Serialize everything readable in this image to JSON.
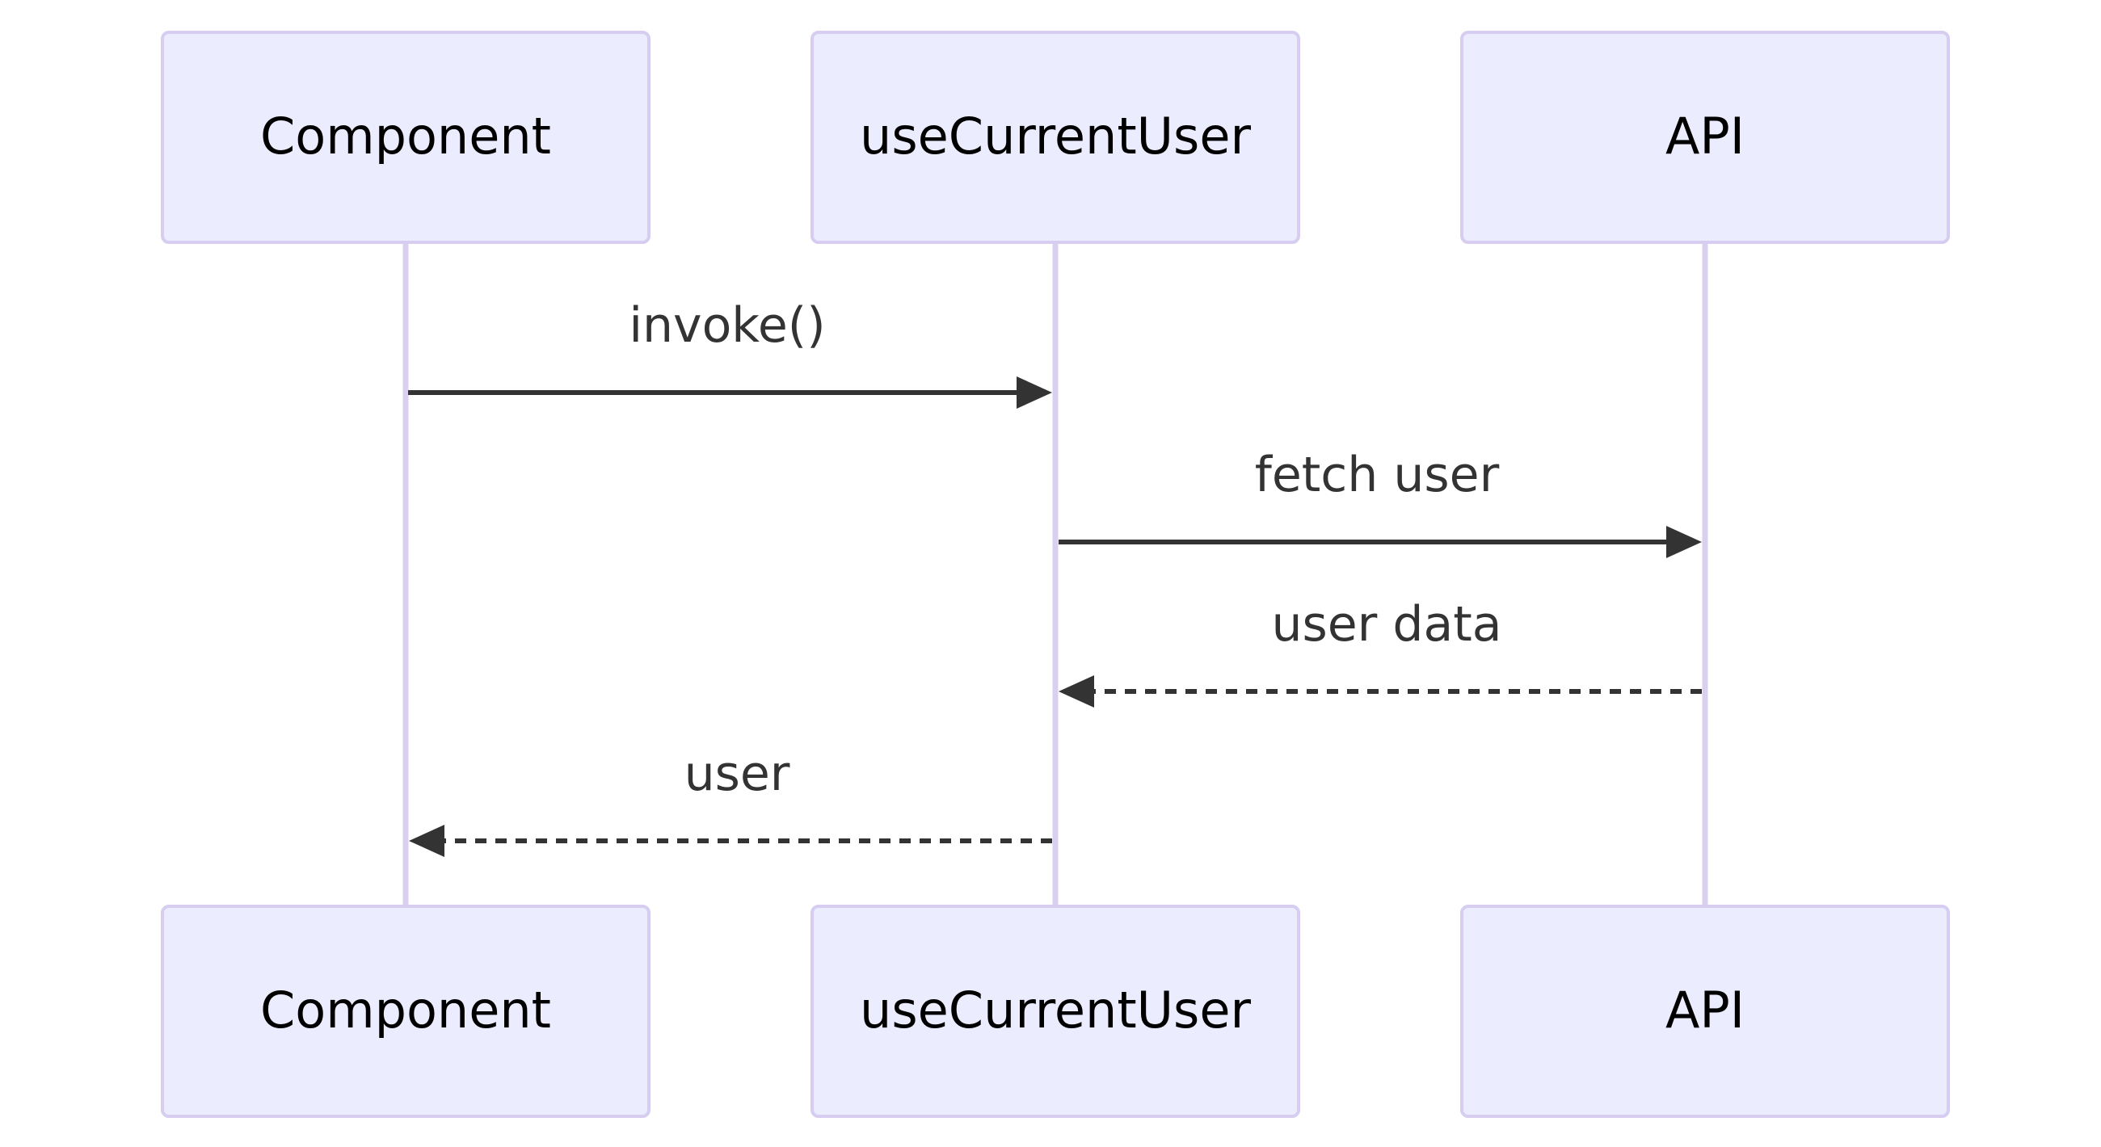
{
  "participants": [
    {
      "id": "component",
      "label": "Component"
    },
    {
      "id": "hook",
      "label": "useCurrentUser"
    },
    {
      "id": "api",
      "label": "API"
    }
  ],
  "messages": [
    {
      "from": "component",
      "to": "hook",
      "label": "invoke()",
      "style": "solid"
    },
    {
      "from": "hook",
      "to": "api",
      "label": "fetch user",
      "style": "solid"
    },
    {
      "from": "api",
      "to": "hook",
      "label": "user data",
      "style": "dashed"
    },
    {
      "from": "hook",
      "to": "component",
      "label": "user",
      "style": "dashed"
    }
  ],
  "colors": {
    "actor_fill": "#ECECFF",
    "actor_stroke": "#D6CDF0",
    "lifeline": "#D9D0F0",
    "message": "#333333"
  }
}
